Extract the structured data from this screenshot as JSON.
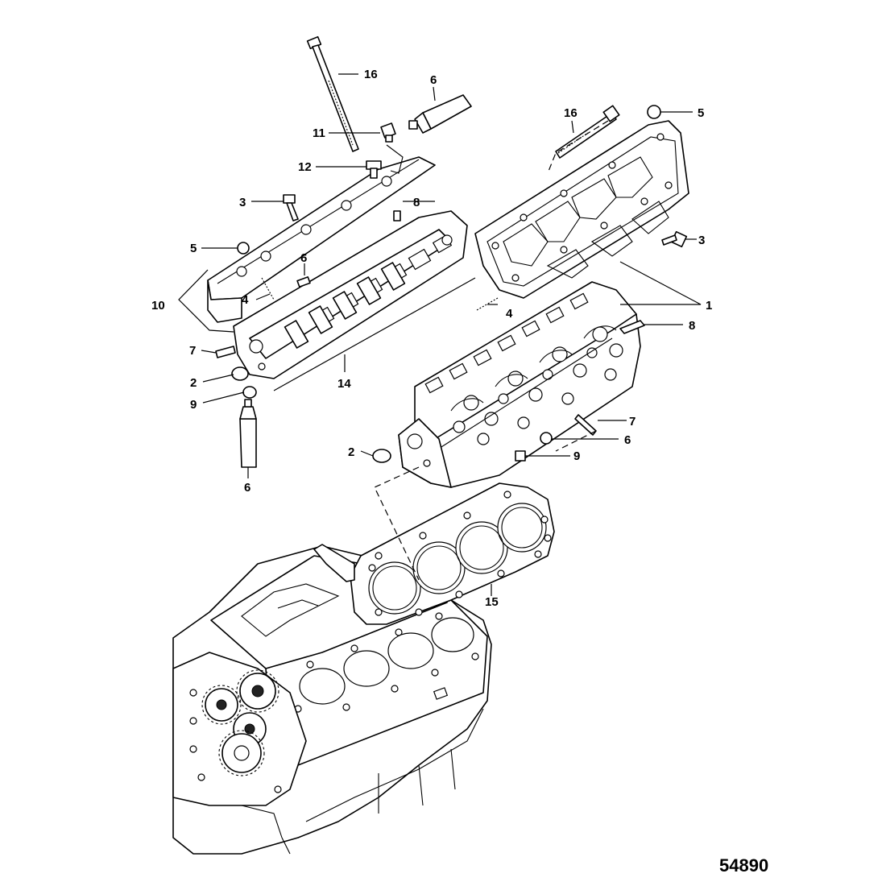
{
  "figure_number": "54890",
  "callouts": {
    "c16a": "16",
    "c6a": "6",
    "c11": "11",
    "c12": "12",
    "c16b": "16",
    "c5a": "5",
    "c3a": "3",
    "c8a": "8",
    "c5b": "5",
    "c6b": "6",
    "c3b": "3",
    "c10": "10",
    "c4a": "4",
    "c1": "1",
    "c4b": "4",
    "c8b": "8",
    "c7a": "7",
    "c14": "14",
    "c2a": "2",
    "c9a": "9",
    "c7b": "7",
    "c6c": "6",
    "c2b": "2",
    "c9b": "9",
    "c6d": "6",
    "c15": "15"
  }
}
